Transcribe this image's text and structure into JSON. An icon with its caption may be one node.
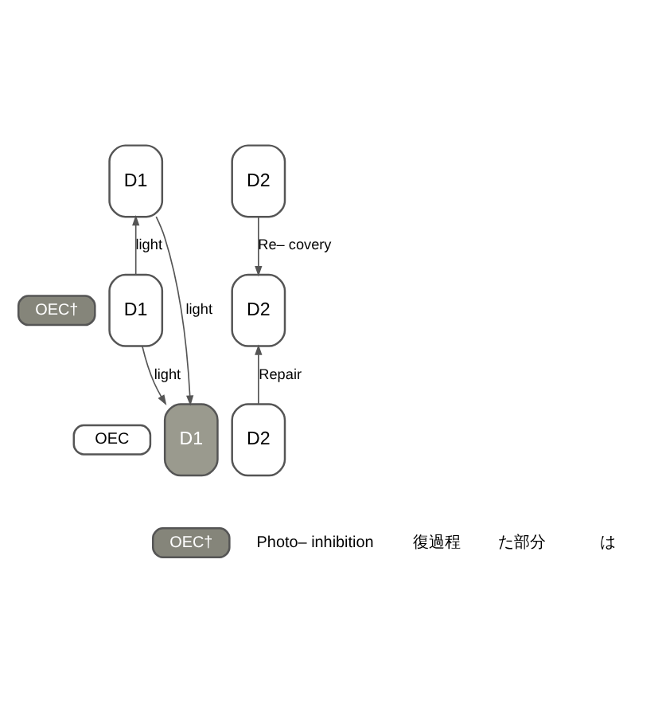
{
  "diagram": {
    "nodes": [
      {
        "text": [
          "D1"
        ]
      },
      {
        "text": [
          "D2"
        ]
      },
      {
        "text": [
          "OEC†"
        ]
      },
      {
        "text": [
          "D1"
        ]
      },
      {
        "text": [
          "D2"
        ]
      },
      {
        "text": [
          "OEC†"
        ]
      },
      {
        "text": [
          "D1"
        ]
      },
      {
        "text": [
          "D2"
        ]
      },
      {
        "text": [
          "OEC"
        ]
      }
    ],
    "edges": [
      {
        "from": 6,
        "to": 0,
        "arrow": "to",
        "label": "light"
      },
      {
        "from": 3,
        "to": 0,
        "arrow": "to",
        "label": "light"
      },
      {
        "from": 6,
        "to": 3,
        "arrow": "to",
        "label": "light"
      },
      {
        "from": 4,
        "to": 7,
        "arrow": "to",
        "label": "Re– covery"
      },
      {
        "from": 1,
        "to": 7,
        "arrow": "to",
        "label": "Repair"
      }
    ],
    "labels": [
      "Photo– inhibition",
      "復過程",
      "た部分",
      "は"
    ]
  }
}
